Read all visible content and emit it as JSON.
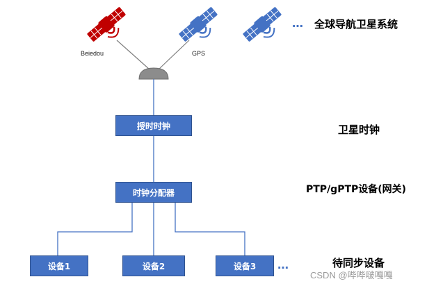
{
  "satellites": {
    "beidou_label": "Beiedou",
    "gps_label": "GPS",
    "more": "…",
    "system_label": "全球导航卫星系统"
  },
  "nodes": {
    "timing_clock": "授时时钟",
    "distributor": "时钟分配器",
    "device1": "设备1",
    "device2": "设备2",
    "device3": "设备3",
    "devices_more": "…"
  },
  "side_labels": {
    "satellite_clock": "卫星时钟",
    "ptp_device": "PTP/gPTP设备(网关)",
    "sync_devices": "待同步设备"
  },
  "watermark": "CSDN @哔哔啵嘎嘎",
  "colors": {
    "beidou": "#C00000",
    "gps": "#4472C4",
    "box": "#4472C4",
    "antenna": "#7F7F7F"
  }
}
